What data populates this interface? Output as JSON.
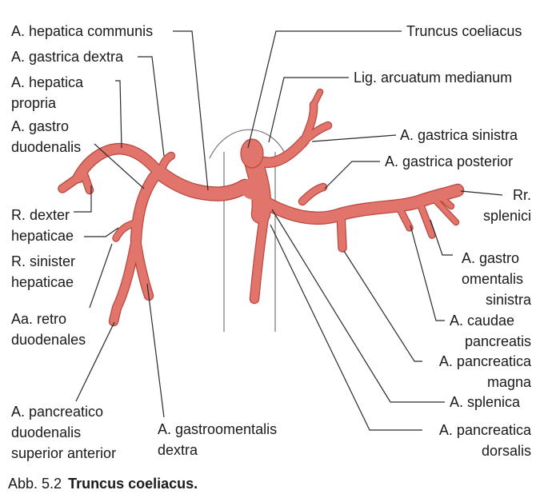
{
  "colors": {
    "artery": "#e2756b",
    "artery_dark": "#b9473f",
    "leader": "#2a2a2a",
    "text": "#1a1a1a"
  },
  "labels": {
    "hepatica_communis": "A. hepatica communis",
    "gastrica_dextra": "A. gastrica dextra",
    "hepatica_propria_1": "A. hepatica",
    "hepatica_propria_2": "propria",
    "gastroduodenalis_1": "A. gastro",
    "gastroduodenalis_2": "duodenalis",
    "r_dexter_1": "R. dexter",
    "r_dexter_2": "hepaticae",
    "r_sinister_1": "R. sinister",
    "r_sinister_2": "hepaticae",
    "retroduodenales_1": "Aa. retro",
    "retroduodenales_2": "duodenales",
    "pancreaticoduodenalis_1": "A. pancreatico",
    "pancreaticoduodenalis_2": "duodenalis",
    "pancreaticoduodenalis_3": "superior anterior",
    "gastroomentalis_dextra_1": "A. gastroomentalis",
    "gastroomentalis_dextra_2": "dextra",
    "truncus_coeliacus": "Truncus coeliacus",
    "lig_arcuatum": "Lig. arcuatum medianum",
    "gastrica_sinistra": "A. gastrica sinistra",
    "gastrica_posterior": "A. gastrica posterior",
    "rr_splenici_1": "Rr.",
    "rr_splenici_2": "splenici",
    "gastroomentalis_sinistra_1": "A. gastro",
    "gastroomentalis_sinistra_2": "omentalis",
    "gastroomentalis_sinistra_3": "sinistra",
    "caudae_pancreatis_1": "A. caudae",
    "caudae_pancreatis_2": "pancreatis",
    "pancreatica_magna_1": "A. pancreatica",
    "pancreatica_magna_2": "magna",
    "splenica": "A. splenica",
    "pancreatica_dorsalis_1": "A. pancreatica",
    "pancreatica_dorsalis_2": "dorsalis"
  },
  "caption": {
    "prefix": "Abb. 5.2",
    "title": "Truncus coeliacus."
  }
}
